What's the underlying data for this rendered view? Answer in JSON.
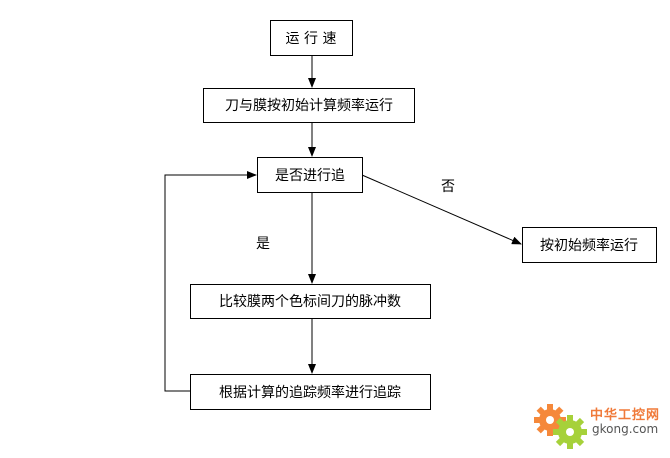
{
  "nodes": {
    "start": "运 行 速",
    "initial_run": "刀与膜按初始计算频率运行",
    "decision": "是否进行追",
    "no_branch": "按初始频率运行",
    "compare": "比较膜两个色标间刀的脉冲数",
    "track": "根据计算的追踪频率进行追踪"
  },
  "labels": {
    "no": "否",
    "yes": "是"
  },
  "watermark": {
    "cn": "中华工控网",
    "en": "gkong.com"
  }
}
